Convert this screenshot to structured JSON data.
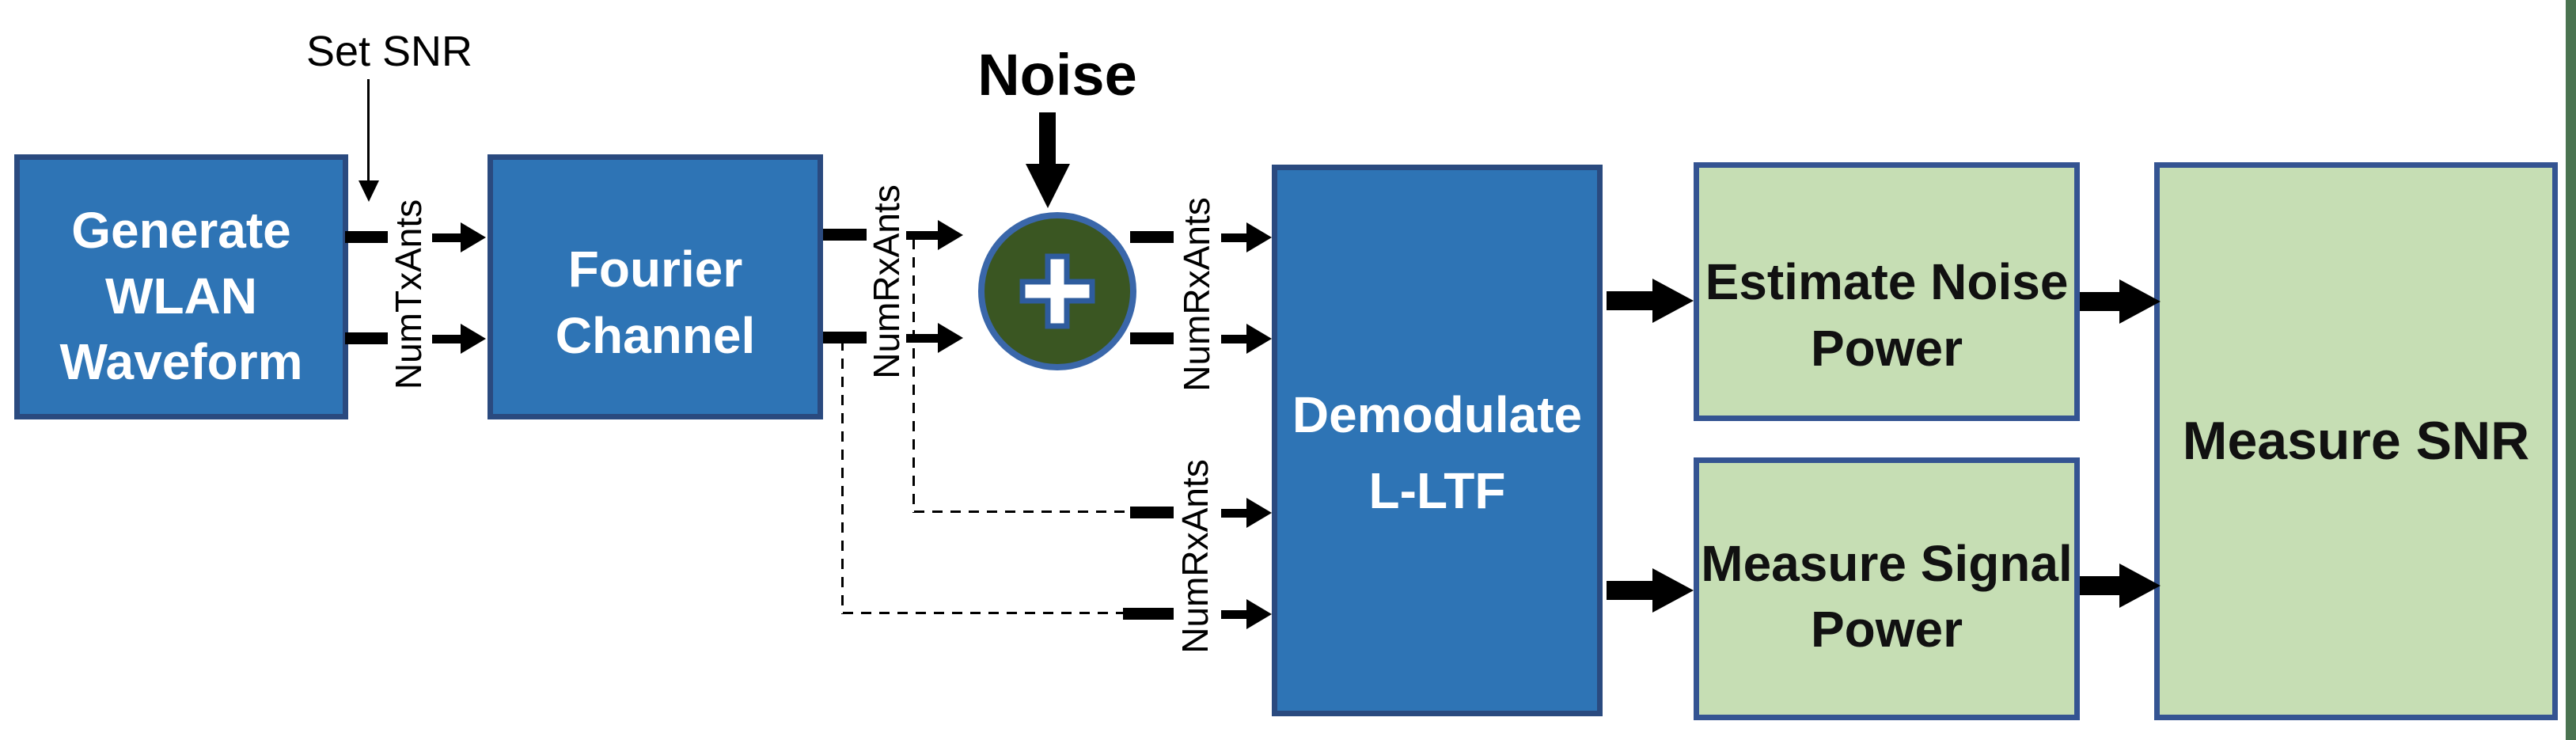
{
  "labels": {
    "set_snr": "Set SNR",
    "noise": "Noise",
    "adder_symbol": "+"
  },
  "blocks": {
    "generate": {
      "lines": [
        "Generate",
        "WLAN",
        "Waveform"
      ]
    },
    "fourier": {
      "lines": [
        "Fourier",
        "Channel"
      ]
    },
    "demodulate": {
      "lines": [
        "Demodulate",
        "L-LTF"
      ]
    },
    "estimate_noise": {
      "lines": [
        "Estimate Noise",
        "Power"
      ]
    },
    "measure_signal": {
      "lines": [
        "Measure Signal",
        "Power"
      ]
    },
    "measure_snr": {
      "lines": [
        "Measure SNR"
      ]
    }
  },
  "wires": {
    "tx_label": "NumTxAnts",
    "rx_label_1": "NumRxAnts",
    "rx_label_2": "NumRxAnts",
    "rx_label_3": "NumRxAnts"
  },
  "colors": {
    "block_blue": "#2E74B5",
    "block_blue_border": "#2A4A7F",
    "block_green": "#C6DEB4",
    "block_green_border": "#345492",
    "adder_fill": "#3A5622",
    "adder_border": "#3A67AA",
    "accent_bar": "#4A7350"
  }
}
